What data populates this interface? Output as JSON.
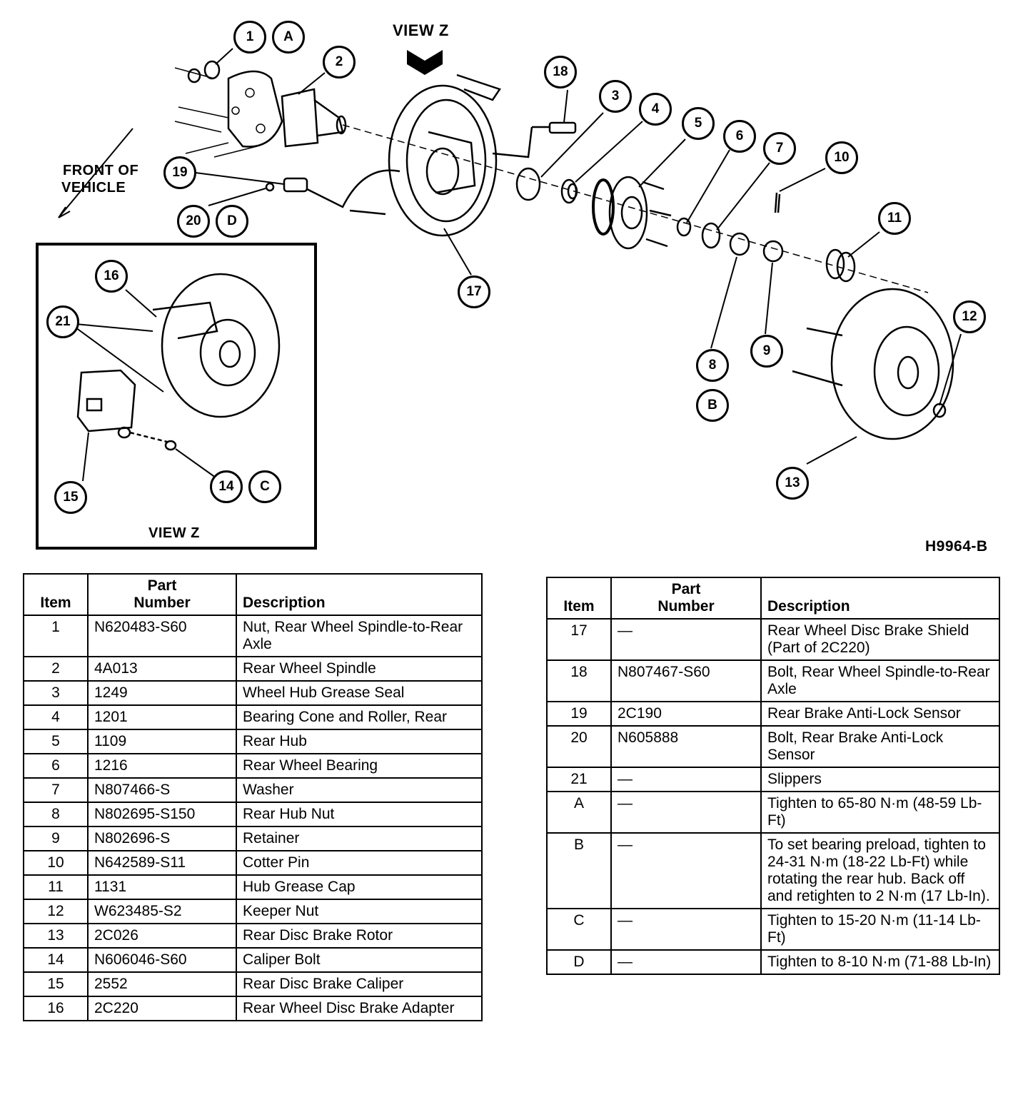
{
  "diagram": {
    "view_z_top": "VIEW Z",
    "view_z_inset": "VIEW Z",
    "front_of_vehicle_line1": "FRONT OF",
    "front_of_vehicle_line2": "VEHICLE",
    "figure_code": "H9964-B",
    "callouts": {
      "c1": "1",
      "cA": "A",
      "c2": "2",
      "c18": "18",
      "c3": "3",
      "c4": "4",
      "c5": "5",
      "c6": "6",
      "c7": "7",
      "c10": "10",
      "c11": "11",
      "c19": "19",
      "c20": "20",
      "cD": "D",
      "c17": "17",
      "c12": "12",
      "c8": "8",
      "cB": "B",
      "c9": "9",
      "c13": "13",
      "c16": "16",
      "c21": "21",
      "c14": "14",
      "cC": "C",
      "c15": "15"
    }
  },
  "table_headers": {
    "item": "Item",
    "part_number_line1": "Part",
    "part_number_line2": "Number",
    "description": "Description"
  },
  "left_table": [
    {
      "item": "1",
      "part": "N620483-S60",
      "desc": "Nut, Rear Wheel Spindle-to-Rear Axle"
    },
    {
      "item": "2",
      "part": "4A013",
      "desc": "Rear Wheel Spindle"
    },
    {
      "item": "3",
      "part": "1249",
      "desc": "Wheel Hub Grease Seal"
    },
    {
      "item": "4",
      "part": "1201",
      "desc": "Bearing Cone and Roller, Rear"
    },
    {
      "item": "5",
      "part": "1109",
      "desc": "Rear Hub"
    },
    {
      "item": "6",
      "part": "1216",
      "desc": "Rear Wheel Bearing"
    },
    {
      "item": "7",
      "part": "N807466-S",
      "desc": "Washer"
    },
    {
      "item": "8",
      "part": "N802695-S150",
      "desc": "Rear Hub Nut"
    },
    {
      "item": "9",
      "part": "N802696-S",
      "desc": "Retainer"
    },
    {
      "item": "10",
      "part": "N642589-S11",
      "desc": "Cotter Pin"
    },
    {
      "item": "11",
      "part": "1131",
      "desc": "Hub Grease Cap"
    },
    {
      "item": "12",
      "part": "W623485-S2",
      "desc": "Keeper Nut"
    },
    {
      "item": "13",
      "part": "2C026",
      "desc": "Rear Disc Brake Rotor"
    },
    {
      "item": "14",
      "part": "N606046-S60",
      "desc": "Caliper Bolt"
    },
    {
      "item": "15",
      "part": "2552",
      "desc": "Rear Disc Brake Caliper"
    },
    {
      "item": "16",
      "part": "2C220",
      "desc": "Rear Wheel Disc Brake Adapter"
    }
  ],
  "right_table": [
    {
      "item": "17",
      "part": "—",
      "desc": "Rear Wheel Disc Brake Shield (Part of 2C220)"
    },
    {
      "item": "18",
      "part": "N807467-S60",
      "desc": "Bolt, Rear Wheel Spindle-to-Rear Axle"
    },
    {
      "item": "19",
      "part": "2C190",
      "desc": "Rear Brake Anti-Lock Sensor"
    },
    {
      "item": "20",
      "part": "N605888",
      "desc": "Bolt, Rear Brake Anti-Lock Sensor"
    },
    {
      "item": "21",
      "part": "—",
      "desc": "Slippers"
    },
    {
      "item": "A",
      "part": "—",
      "desc": "Tighten to 65-80 N·m (48-59 Lb-Ft)"
    },
    {
      "item": "B",
      "part": "—",
      "desc": "To set bearing preload, tighten to 24-31 N·m (18-22 Lb-Ft) while rotating the rear hub. Back off and retighten to 2 N·m (17 Lb-In)."
    },
    {
      "item": "C",
      "part": "—",
      "desc": "Tighten to 15-20 N·m (11-14 Lb-Ft)"
    },
    {
      "item": "D",
      "part": "—",
      "desc": "Tighten to 8-10 N·m (71-88 Lb-In)"
    }
  ]
}
